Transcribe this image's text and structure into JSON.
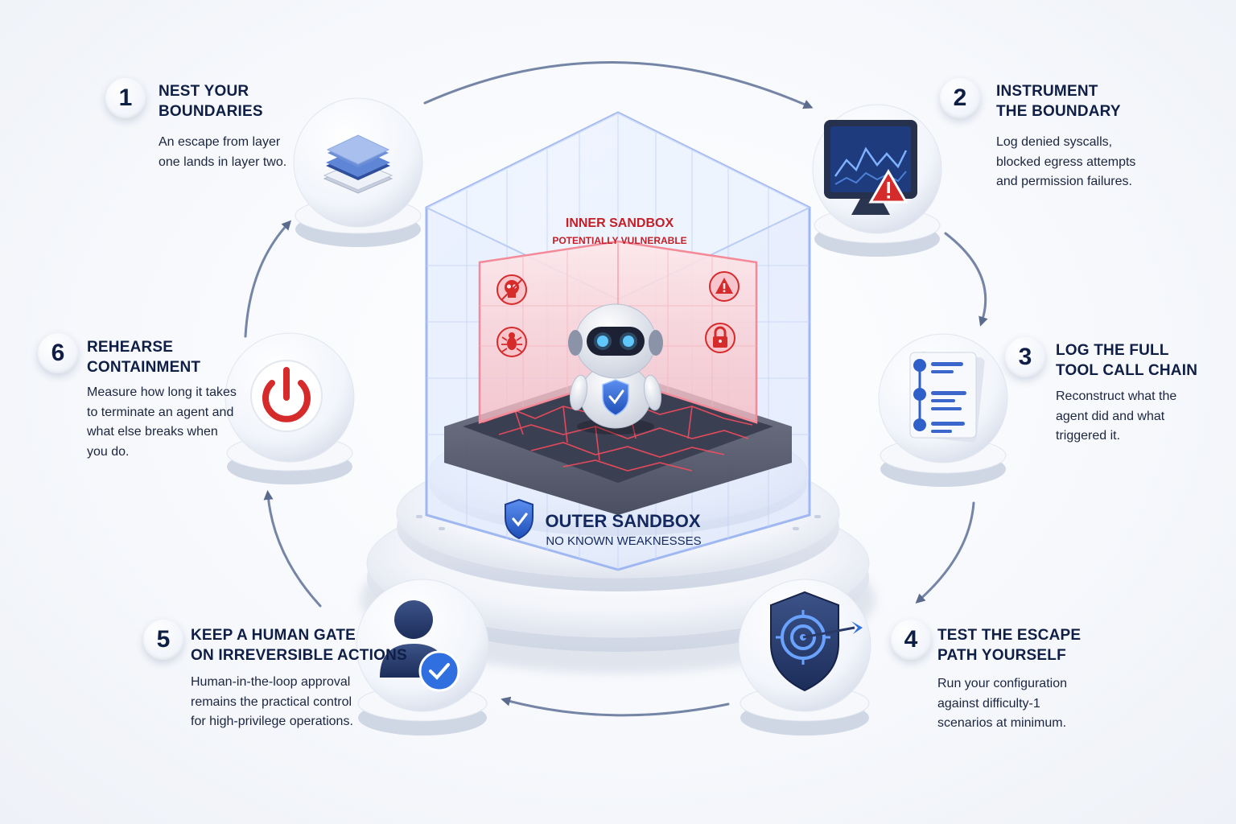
{
  "steps": [
    {
      "number": "1",
      "title": "NEST YOUR\nBOUNDARIES",
      "description": "An escape from layer\none lands in layer two.",
      "icon": "layers-icon"
    },
    {
      "number": "2",
      "title": "INSTRUMENT\nTHE BOUNDARY",
      "description": "Log denied syscalls,\nblocked egress attempts\nand permission failures.",
      "icon": "monitor-alert-icon"
    },
    {
      "number": "3",
      "title": "LOG THE FULL\nTOOL CALL CHAIN",
      "description": "Reconstruct what the\nagent did and what\ntriggered it.",
      "icon": "chain-list-icon"
    },
    {
      "number": "4",
      "title": "TEST THE ESCAPE\nPATH YOURSELF",
      "description": "Run your configuration\nagainst difficulty-1\nscenarios at minimum.",
      "icon": "shield-target-icon"
    },
    {
      "number": "5",
      "title": "KEEP A HUMAN GATE\nON IRREVERSIBLE ACTIONS",
      "description": "Human-in-the-loop approval\nremains the practical control\nfor high-privilege operations.",
      "icon": "user-check-icon"
    },
    {
      "number": "6",
      "title": "REHEARSE\nCONTAINMENT",
      "description": "Measure how long it takes\nto terminate an agent and\nwhat else breaks when\nyou do.",
      "icon": "power-icon"
    }
  ],
  "center": {
    "inner_title": "INNER SANDBOX",
    "inner_subtitle": "POTENTIALLY VULNERABLE",
    "outer_title": "OUTER SANDBOX",
    "outer_subtitle": "NO KNOWN WEAKNESSES",
    "icons": [
      "robot-icon",
      "skull-icon",
      "bug-icon",
      "warning-icon",
      "padlock-icon",
      "shield-check-icon"
    ]
  },
  "colors": {
    "navy": "#0f1e45",
    "accent_blue": "#2f6fe0",
    "danger_red": "#d62b2b",
    "inner_red": "#c41e26"
  }
}
